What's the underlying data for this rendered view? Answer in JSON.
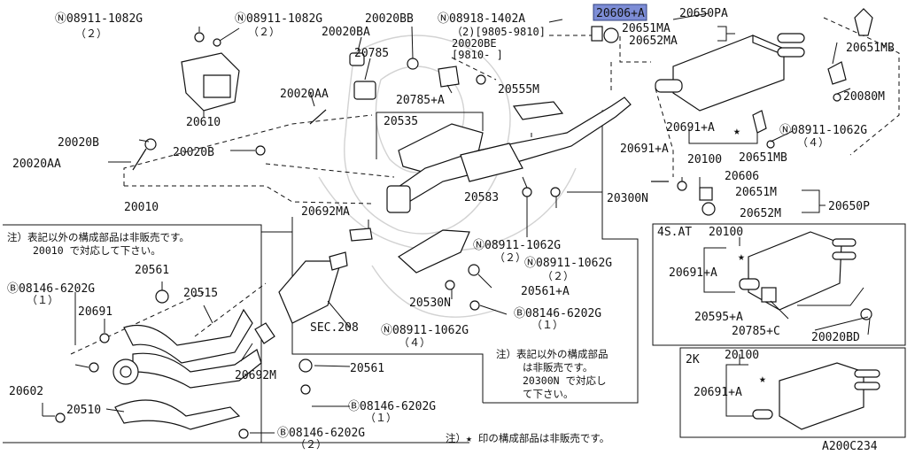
{
  "labels": {
    "n08911_1082G_a": "Ⓝ08911-1082G",
    "qty2_a": "（２）",
    "n08911_1082G_b": "Ⓝ08911-1082G",
    "qty2_b": "（２）",
    "p20020BB": "20020BB",
    "n08918_1402A": "Ⓝ08918-1402A",
    "sub_9805": "（2)[9805-9810]",
    "p20020BE": "20020BE",
    "sub_9810": "[9810-       ]",
    "p20606A": "20606+A",
    "p20650PA": "20650PA",
    "p20651MA": "20651MA",
    "p20652MA": "20652MA",
    "p20651MB_top": "20651MB",
    "p20080M": "20080M",
    "p20020BA": "20020BA",
    "p20785": "20785",
    "p20785A": "20785+A",
    "p20555M": "20555M",
    "p20610": "20610",
    "p20020AA_a": "20020AA",
    "p20535": "20535",
    "p20020B_a": "20020B",
    "p20020B_b": "20020B",
    "p20020AA_b": "20020AA",
    "p20691A_a": "20691+A",
    "p20691A_b": "20691+A",
    "p20100": "20100",
    "p20651MB": "20651MB",
    "n08911_1062G_a": "Ⓝ08911-1062G",
    "qty4_a": "（４）",
    "p20606": "20606",
    "p20300N": "20300N",
    "p20651M": "20651M",
    "p20652M": "20652M",
    "p20650P": "20650P",
    "p20583": "20583",
    "p20010": "20010",
    "p20692MA": "20692MA",
    "note1_line1": "注）表記以外の構成部品は非販売です。",
    "note1_line2": "20010 で対応して下さい。",
    "p20561_a": "20561",
    "b08146_a": "Ⓑ08146-6202G",
    "qty1_a": "（１）",
    "p20515": "20515",
    "p20691": "20691",
    "n08911_1062G_b": "Ⓝ08911-1062G",
    "qty2_c": "（２）",
    "n08911_1062G_c": "Ⓝ08911-1062G",
    "qty2_d": "（２）",
    "p20561A": "20561+A",
    "p20530N": "20530N",
    "b08146_b": "Ⓑ08146-6202G",
    "qty1_b": "（１）",
    "sec208": "SEC.208",
    "n08911_1062G_d": "Ⓝ08911-1062G",
    "qty4_b": "（４）",
    "p20692M": "20692M",
    "p20561_b": "20561",
    "p20602": "20602",
    "b08146_c": "Ⓑ08146-6202G",
    "qty1_c": "（１）",
    "p20510": "20510",
    "b08146_d": "Ⓑ08146-6202G",
    "qty2_e": "（２）",
    "note2_line1": "注）表記以外の構成部品",
    "note2_line2": "は非販売です。",
    "note2_line3": "20300N で対応し",
    "note2_line4": "て下さい。",
    "note3": "注）★ 印の構成部品は非販売です。",
    "inset1_title": "4S.AT",
    "inset1_20100": "20100",
    "inset1_20691A": "20691+A",
    "inset1_20595A": "20595+A",
    "inset1_20785C": "20785+C",
    "inset1_20020BD": "20020BD",
    "inset2_title": "2K",
    "inset2_20100": "20100",
    "inset2_20691A": "20691+A",
    "diagram_code": "A200C234"
  },
  "colors": {
    "highlight": "#7d8dd6",
    "line": "#111111",
    "watermark": "#d2d2d2"
  }
}
